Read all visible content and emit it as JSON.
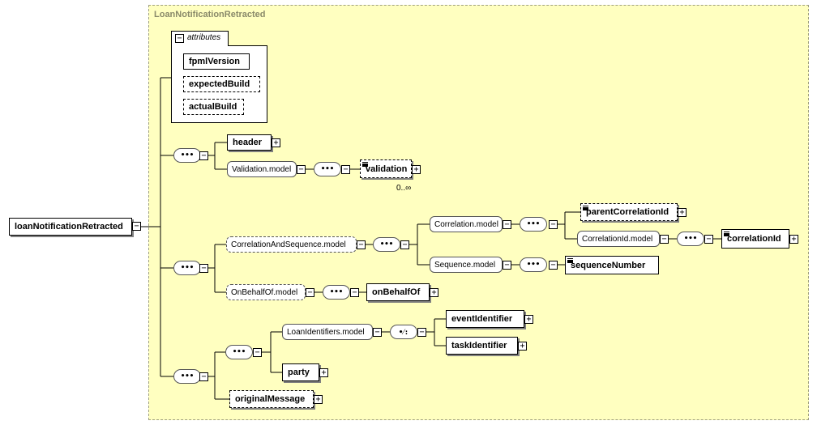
{
  "diagram": {
    "complex_type_title": "LoanNotificationRetracted",
    "root_element": "loanNotificationRetracted",
    "attributes_label": "attributes",
    "attributes": [
      "fpmlVersion",
      "expectedBuild",
      "actualBuild"
    ],
    "elements": {
      "header": "header",
      "validation_model": "Validation.model",
      "validation": "validation",
      "validation_occurrence": "0..∞",
      "correlation_and_sequence_model": "CorrelationAndSequence.model",
      "correlation_model": "Correlation.model",
      "parent_correlation_id": "parentCorrelationId",
      "correlation_id_model": "CorrelationId.model",
      "correlation_id": "correlationId",
      "sequence_model": "Sequence.model",
      "sequence_number": "sequenceNumber",
      "on_behalf_of_model": "OnBehalfOf.model",
      "on_behalf_of": "onBehalfOf",
      "loan_identifiers_model": "LoanIdentifiers.model",
      "event_identifier": "eventIdentifier",
      "task_identifier": "taskIdentifier",
      "party": "party",
      "original_message": "originalMessage"
    },
    "sequence_glyph": "•••",
    "choice_glyph": "•⁄:",
    "expand_glyph": "+",
    "collapse_glyph": "−",
    "colors": {
      "background_panel": "#ffffc0",
      "panel_border": "#a0a080",
      "title_text": "#8a8a6a"
    }
  }
}
